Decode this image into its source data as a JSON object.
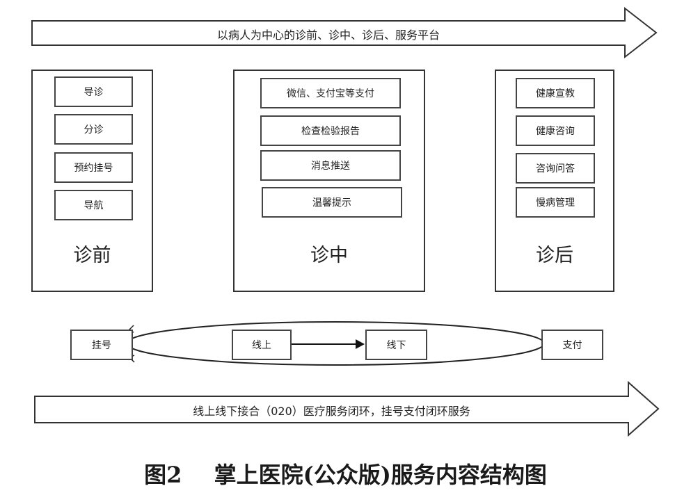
{
  "top_arrow": {
    "label": "以病人为中心的诊前、诊中、诊后、服务平台"
  },
  "panels": [
    {
      "title": "诊前",
      "items": [
        "导诊",
        "分诊",
        "预约挂号",
        "导航"
      ]
    },
    {
      "title": "诊中",
      "items": [
        "微信、支付宝等支付",
        "检查检验报告",
        "消息推送",
        "温馨提示"
      ]
    },
    {
      "title": "诊后",
      "items": [
        "健康宣教",
        "健康咨询",
        "咨询问答",
        "慢病管理"
      ]
    }
  ],
  "loop": {
    "left": "挂号",
    "online": "线上",
    "offline": "线下",
    "right": "支付"
  },
  "bottom_arrow": {
    "label": "线上线下接合（020）医疗服务闭环，挂号支付闭环服务"
  },
  "caption": {
    "fig": "图2",
    "text": "掌上医院(公众版)服务内容结构图"
  }
}
